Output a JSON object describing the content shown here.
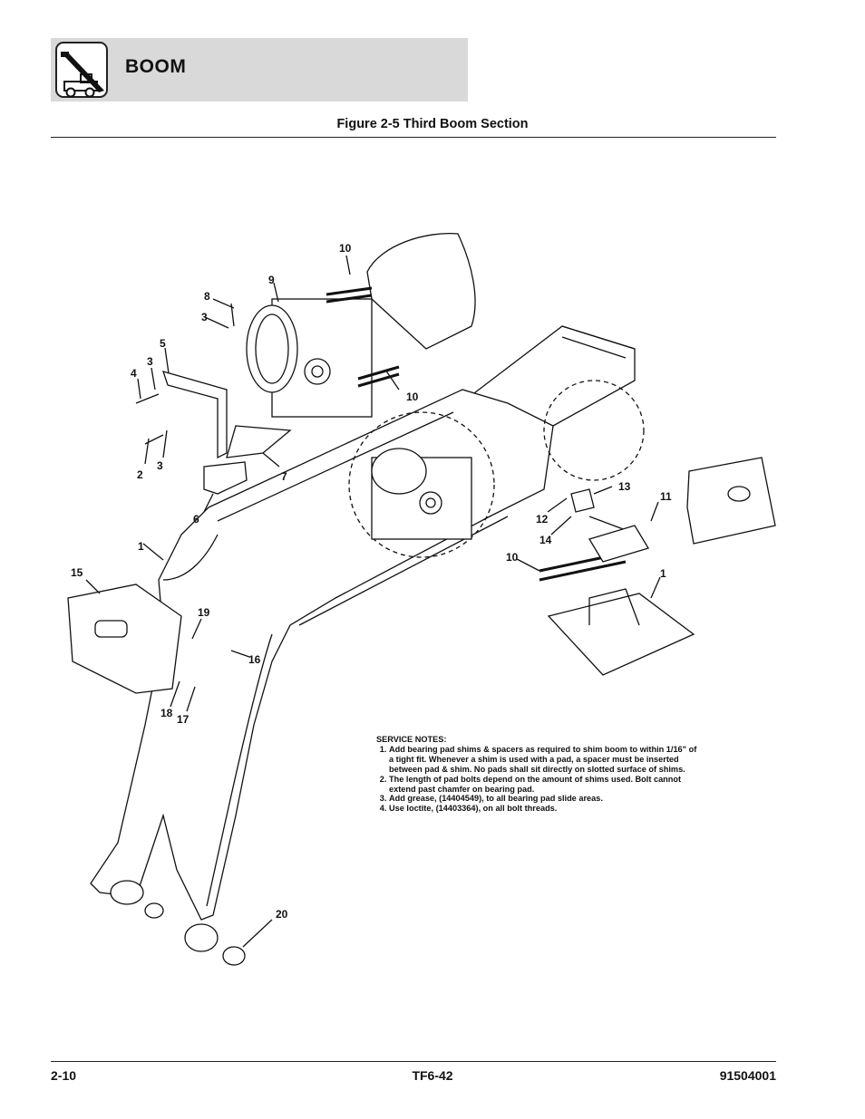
{
  "header": {
    "section_title": "BOOM",
    "logo_icon": "telehandler-icon"
  },
  "figure": {
    "title": "Figure 2-5 Third Boom Section"
  },
  "callouts": {
    "c10a": "10",
    "c9": "9",
    "c8": "8",
    "c3a": "3",
    "c5": "5",
    "c3b": "3",
    "c4": "4",
    "c10b": "10",
    "c2": "2",
    "c3c": "3",
    "c7": "7",
    "c6": "6",
    "c1a": "1",
    "c15": "15",
    "c13": "13",
    "c11": "11",
    "c12": "12",
    "c14": "14",
    "c10c": "10",
    "c1b": "1",
    "c19": "19",
    "c16": "16",
    "c18": "18",
    "c17": "17",
    "c20": "20"
  },
  "service_notes": {
    "heading": "SERVICE NOTES:",
    "items": [
      "Add bearing pad shims & spacers as required to shim boom to within 1/16\" of a tight fit. Whenever a shim is used with a pad, a spacer must be inserted between pad & shim. No pads shall sit directly on slotted surface of shims.",
      "The length of pad bolts depend on the amount of shims used. Bolt cannot extend past chamfer on bearing pad.",
      "Add grease, (14404549), to all bearing pad slide areas.",
      "Use loctite, (14403364), on all bolt threads."
    ]
  },
  "footer": {
    "page_number": "2-10",
    "model": "TF6-42",
    "doc_number": "91504001"
  }
}
